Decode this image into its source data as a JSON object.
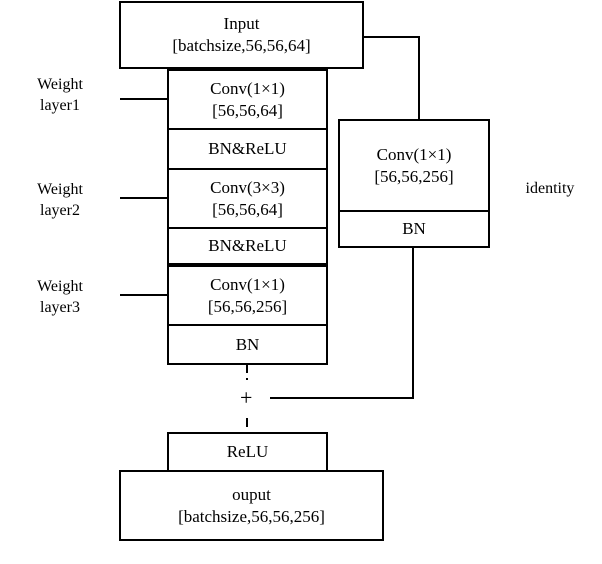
{
  "input": {
    "title": "Input",
    "shape": "[batchsize,56,56,64]"
  },
  "main_path": {
    "conv1": {
      "title": "Conv(1×1)",
      "shape": "[56,56,64]"
    },
    "bnrelu1": "BN&ReLU",
    "conv2": {
      "title": "Conv(3×3)",
      "shape": "[56,56,64]"
    },
    "bnrelu2": "BN&ReLU",
    "conv3": {
      "title": "Conv(1×1)",
      "shape": "[56,56,256]"
    },
    "bn": "BN"
  },
  "shortcut": {
    "conv": {
      "title": "Conv(1×1)",
      "shape": "[56,56,256]"
    },
    "bn": "BN",
    "label": "identity"
  },
  "weight_labels": [
    {
      "line1": "Weight",
      "line2": "layer1"
    },
    {
      "line1": "Weight",
      "line2": "layer2"
    },
    {
      "line1": "Weight",
      "line2": "layer3"
    }
  ],
  "add_symbol": "+",
  "relu": "ReLU",
  "output": {
    "title": "ouput",
    "shape": "[batchsize,56,56,256]"
  }
}
